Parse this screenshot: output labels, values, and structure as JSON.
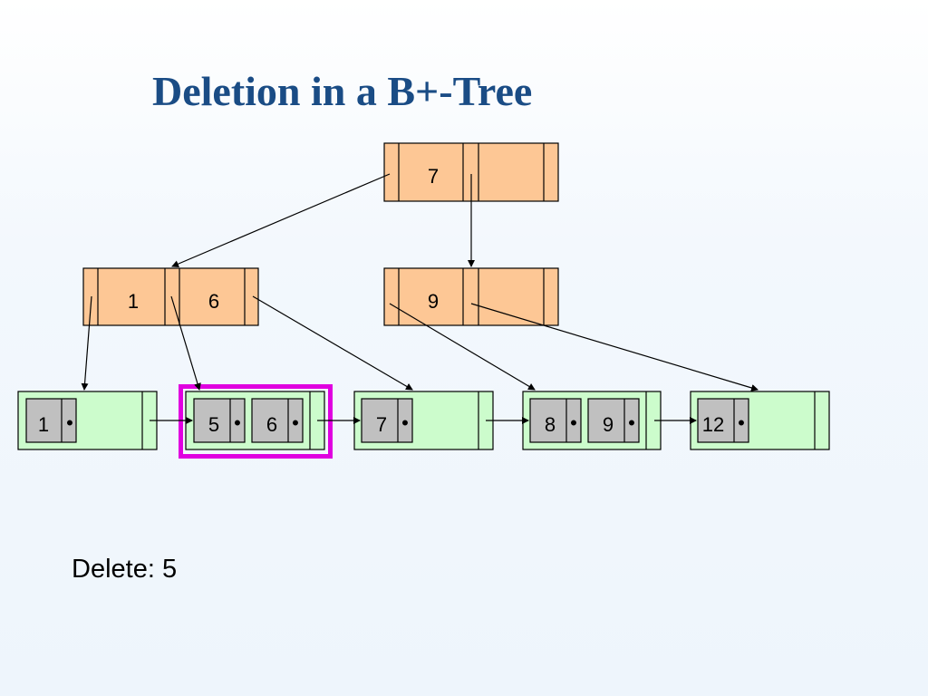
{
  "title": "Deletion in a B+-Tree",
  "caption": "Delete: 5",
  "colors": {
    "title": "#1a4c85",
    "internal_fill": "#fdc795",
    "leaf_fill": "#ccfccc",
    "entry_fill": "#c0c0c0",
    "highlight": "#e000e0"
  },
  "tree": {
    "root": {
      "keys": [
        "7"
      ]
    },
    "internal_left": {
      "keys": [
        "1",
        "6"
      ]
    },
    "internal_right": {
      "keys": [
        "9"
      ]
    },
    "leaves": [
      {
        "keys": [
          "1"
        ]
      },
      {
        "keys": [
          "5",
          "6"
        ],
        "highlighted": true
      },
      {
        "keys": [
          "7"
        ]
      },
      {
        "keys": [
          "8",
          "9"
        ]
      },
      {
        "keys": [
          "12"
        ]
      }
    ]
  },
  "entry_marker": "•"
}
